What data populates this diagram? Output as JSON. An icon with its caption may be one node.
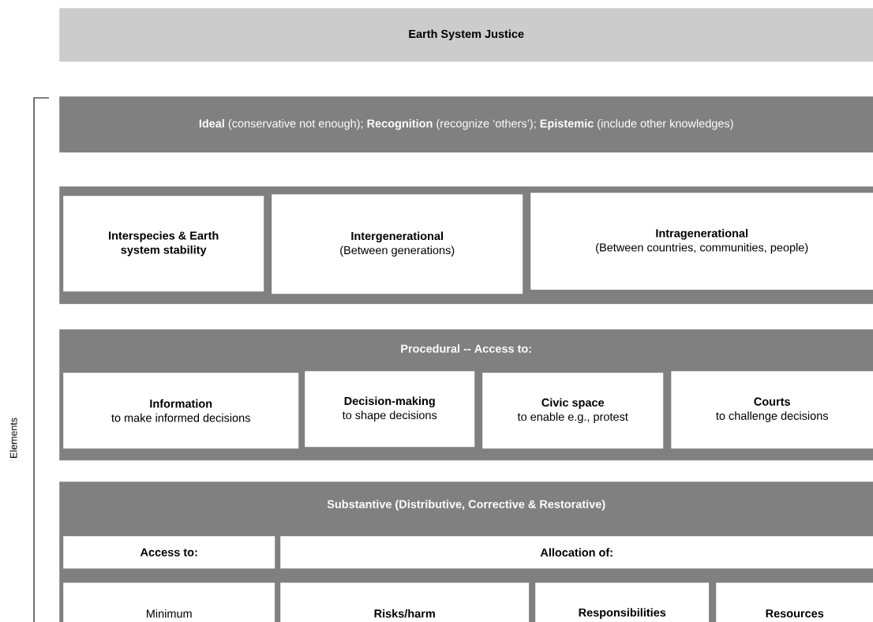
{
  "diagram": {
    "nodes": [
      {
        "text": [
          "Earth System Justice"
        ]
      },
      {
        "text": [
          "**Ideal** (conservative not enough); **Recognition** (recognize ‘others’); **Epistemic** (include other knowledges)"
        ]
      },
      {
        "text": [],
        "shape": "box"
      },
      {
        "text": [
          "Interspecies & Earth system stability"
        ],
        "in": 2
      },
      {
        "text": [
          "Intergenerational",
          "(Between generations)"
        ],
        "in": 2
      },
      {
        "text": [
          "Intragenerational",
          "(Between countries, communities, people)"
        ],
        "in": 2
      },
      {
        "text": [
          "Procedural -- Access to:"
        ]
      },
      {
        "text": [
          "Information",
          "to make informed decisions"
        ],
        "in": 6
      },
      {
        "text": [
          "Decision-making",
          "to shape decisions"
        ],
        "in": 6
      },
      {
        "text": [
          "Civic space",
          "to enable e.g., protest"
        ],
        "in": 6
      },
      {
        "text": [
          "Courts",
          "to challenge decisions"
        ],
        "in": 6
      },
      {
        "text": [
          "Substantive (Distributive, Corrective & Restorative)"
        ]
      },
      {
        "text": [
          "Access to:"
        ],
        "in": 11
      },
      {
        "text": [
          "Allocation of:"
        ],
        "in": 11
      },
      {
        "text": [
          "Minimum"
        ],
        "in": 11
      },
      {
        "text": [
          "Risks/harm"
        ],
        "in": 11
      },
      {
        "text": [
          "Responsibilities"
        ],
        "in": 11
      },
      {
        "text": [
          "Resources"
        ],
        "in": 11
      }
    ],
    "labels": [
      "Elements"
    ]
  }
}
